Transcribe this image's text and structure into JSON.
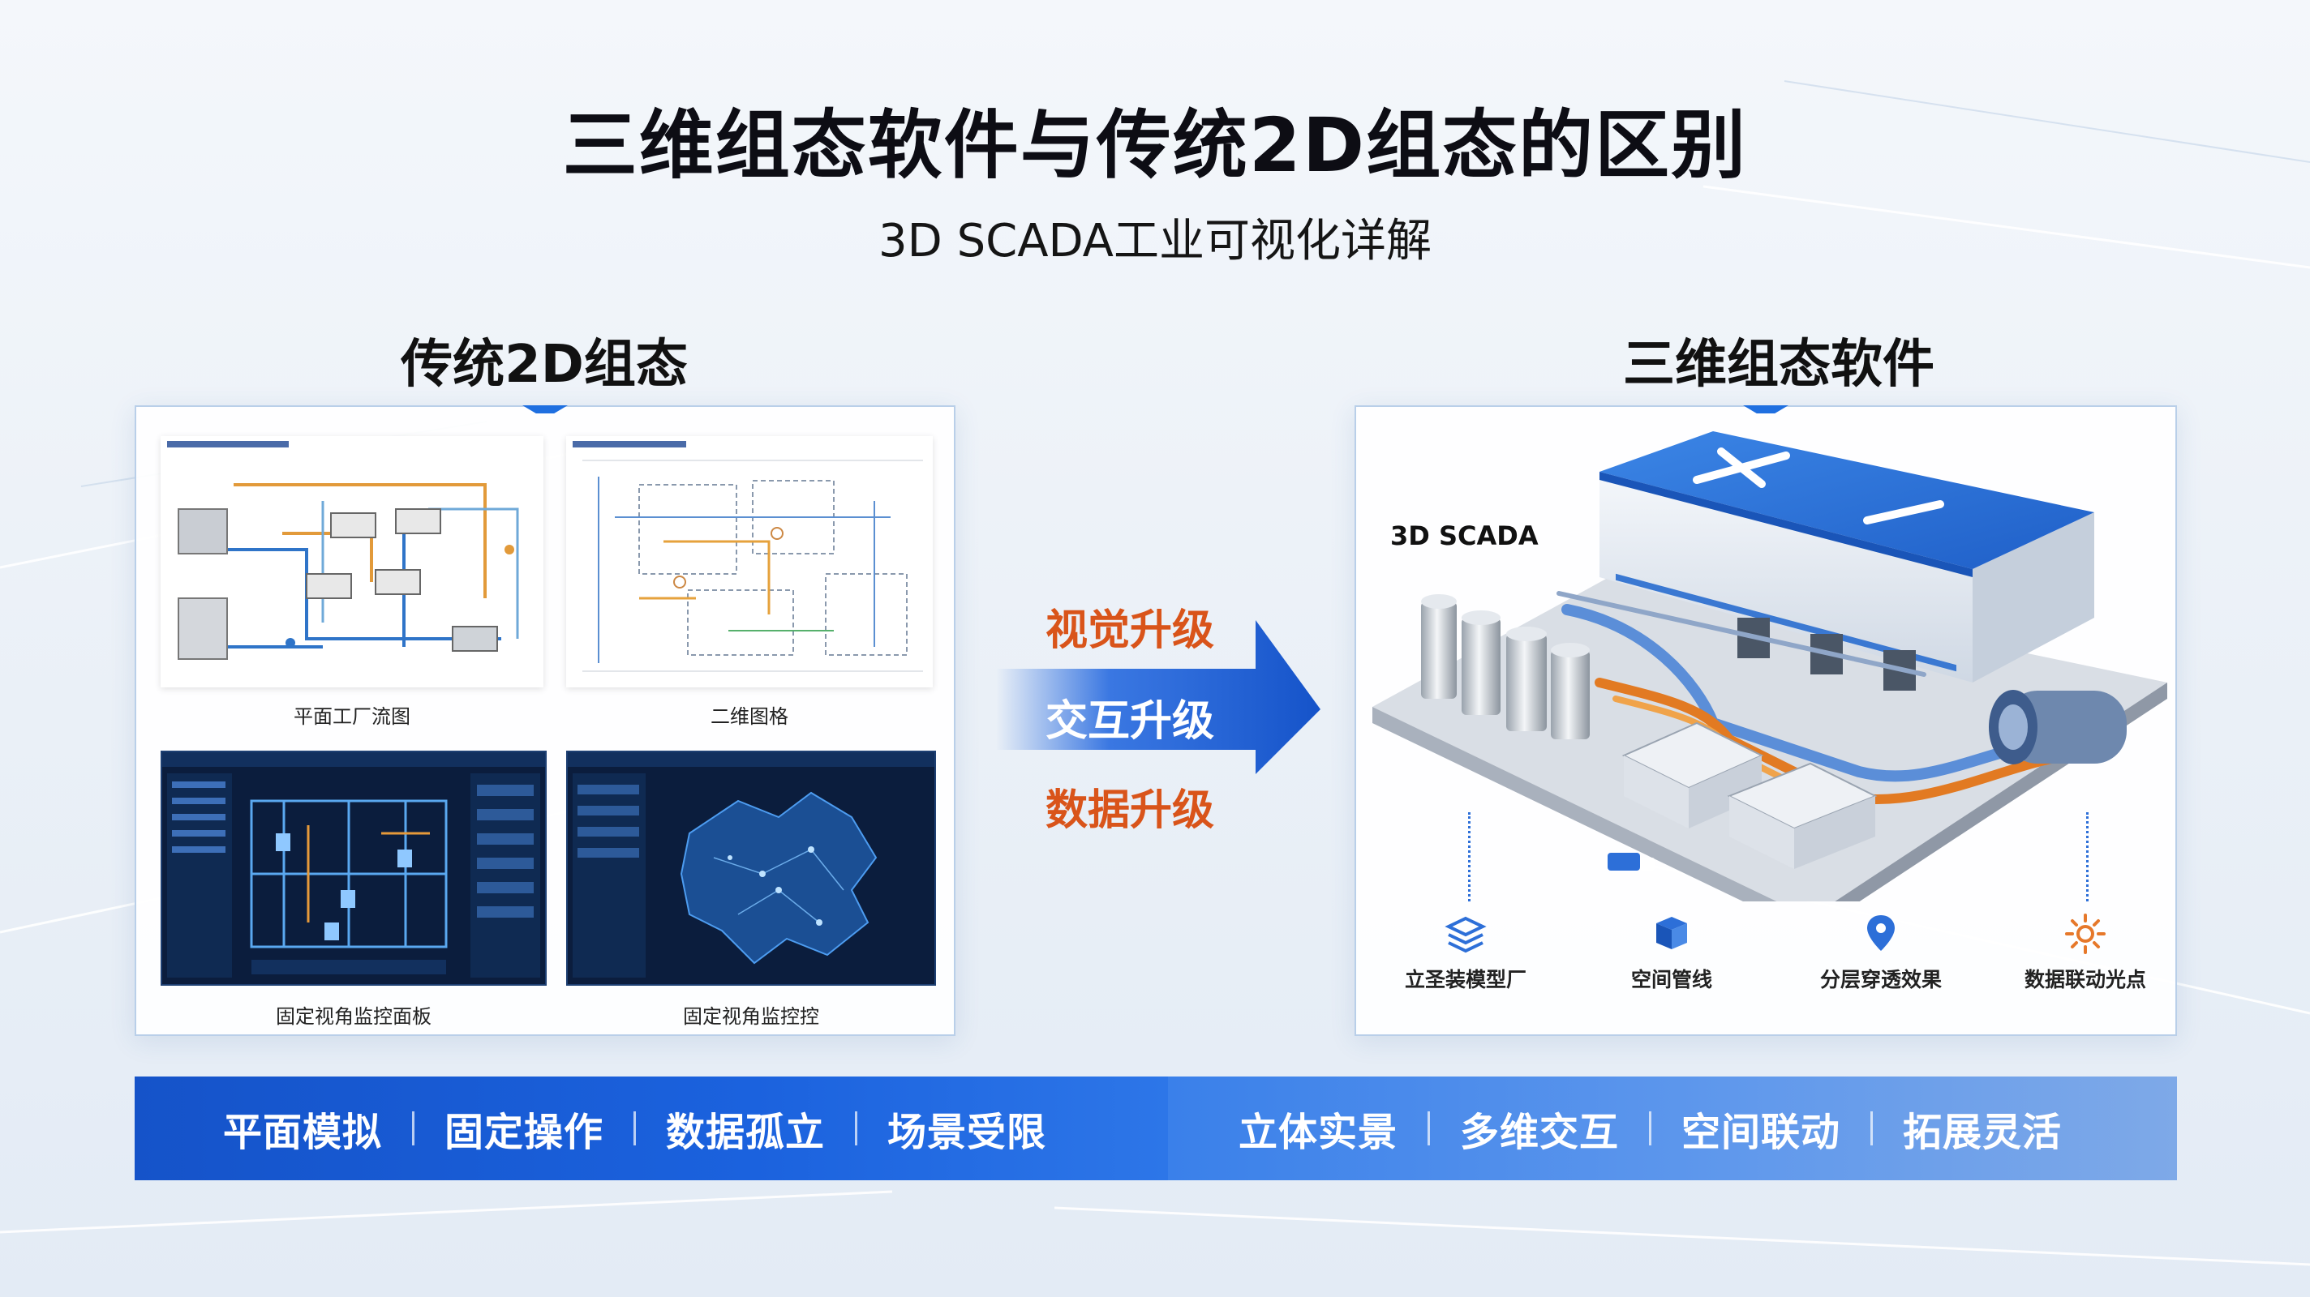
{
  "header": {
    "title": "三维组态软件与传统2D组态的区别",
    "subtitle": "3D SCADA工业可视化详解"
  },
  "left_section": {
    "heading": "传统2D组态",
    "thumbnails": [
      {
        "caption": "平面工厂流图"
      },
      {
        "caption": "二维图格"
      },
      {
        "caption": "固定视角监控面板"
      },
      {
        "caption": "固定视角监控控"
      }
    ]
  },
  "right_section": {
    "heading": "三维组态软件",
    "scene_label": "3D SCADA",
    "features": [
      {
        "label": "立圣装模型厂",
        "icon": "layers-icon"
      },
      {
        "label": "空间管线",
        "icon": "pipeline-icon"
      },
      {
        "label": "分层穿透效果",
        "icon": "location-pin-icon"
      },
      {
        "label": "数据联动光点",
        "icon": "sun-icon"
      }
    ]
  },
  "upgrades": [
    {
      "label": "视觉升级",
      "color": "#d9541a"
    },
    {
      "label": "交互升级",
      "color": "#ffffff"
    },
    {
      "label": "数据升级",
      "color": "#d9541a"
    }
  ],
  "bottom_band": {
    "left_items": [
      "平面模拟",
      "固定操作",
      "数据孤立",
      "场景受限"
    ],
    "right_items": [
      "立体实景",
      "多维交互",
      "空间联动",
      "拓展灵活"
    ]
  },
  "colors": {
    "accent_blue": "#1b62de",
    "orange": "#d9541a",
    "dark_panel": "#0b1d3d"
  }
}
